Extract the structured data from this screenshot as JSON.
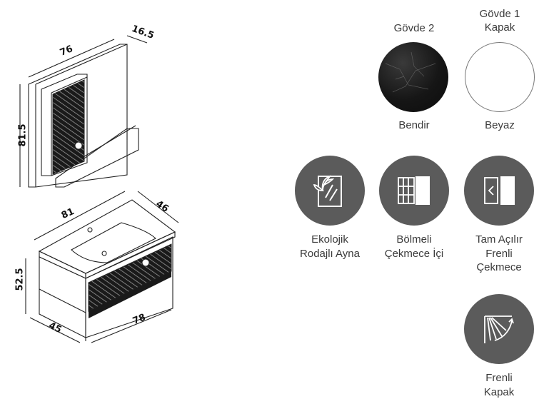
{
  "dimensions": {
    "cabinet_depth": "16.5",
    "cabinet_width": "76",
    "cabinet_height": "81.5",
    "top_width": "81",
    "top_depth": "46",
    "unit_height": "52.5",
    "base_depth": "45",
    "base_width": "78"
  },
  "colors": {
    "body2": {
      "title": "Gövde 2",
      "name": "Bendir",
      "hex": "#1c1c1c"
    },
    "body1_cover": {
      "title_line1": "Gövde 1",
      "title_line2": "Kapak",
      "name": "Beyaz",
      "hex": "#ffffff"
    }
  },
  "features": [
    {
      "icon": "eco-mirror-icon",
      "line1": "Ekolojik",
      "line2": "Rodajlı Ayna",
      "line3": ""
    },
    {
      "icon": "drawer-divider-icon",
      "line1": "Bölmeli",
      "line2": "Çekmece İçi",
      "line3": ""
    },
    {
      "icon": "soft-close-drawer-icon",
      "line1": "Tam Açılır",
      "line2": "Frenli",
      "line3": "Çekmece"
    },
    {
      "icon": "soft-close-door-icon",
      "line1": "Frenli",
      "line2": "Kapak",
      "line3": ""
    }
  ],
  "accent": {
    "icon_bg": "#5b5b5b",
    "text": "#3a3a3a"
  }
}
